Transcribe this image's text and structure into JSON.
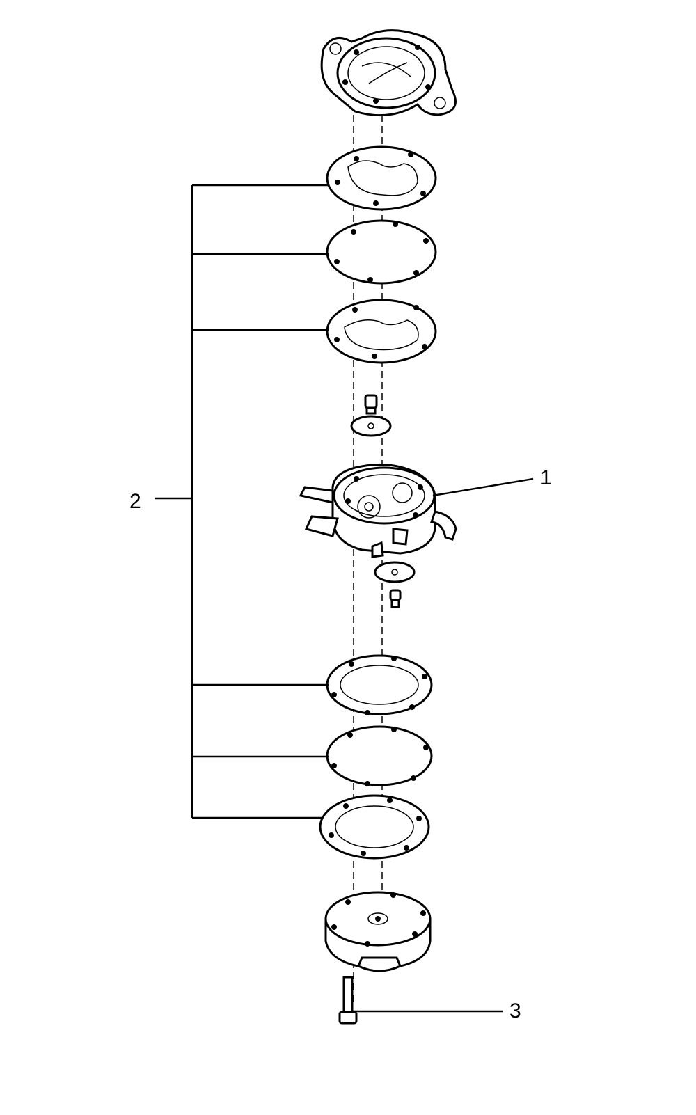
{
  "callouts": {
    "item_1": "1",
    "item_2": "2",
    "item_3": "3"
  },
  "colors": {
    "line": "#000000",
    "background": "#ffffff"
  }
}
